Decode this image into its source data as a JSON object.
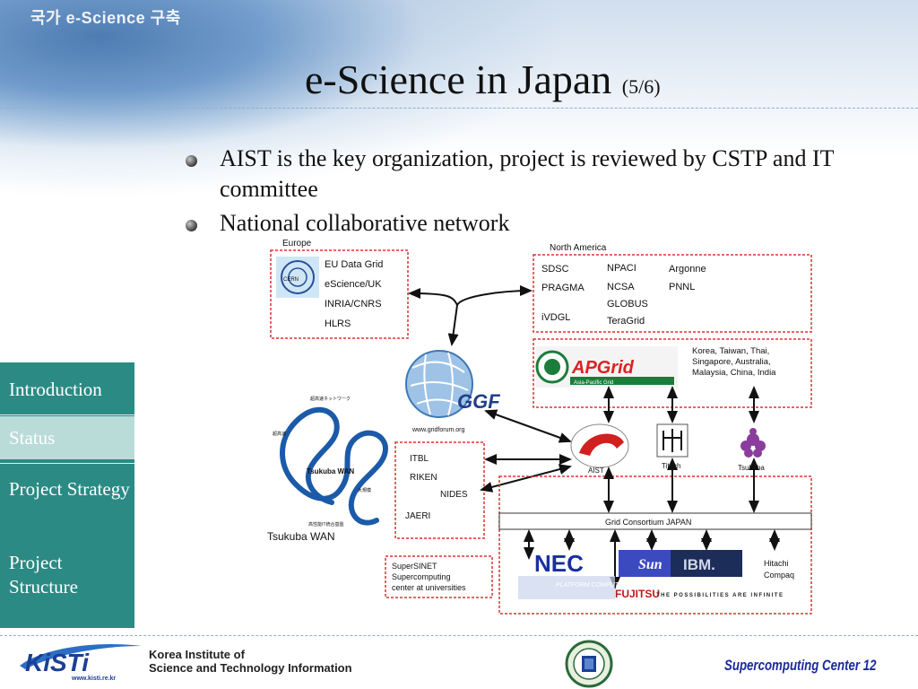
{
  "header": {
    "brand": "국가 e-Science 구축",
    "title": "e-Science in Japan",
    "title_suffix": "(5/6)"
  },
  "bullets": [
    "AIST is the key organization, project is reviewed by CSTP and IT committee",
    "National collaborative network"
  ],
  "sidebar": {
    "items": [
      {
        "label": "Introduction",
        "active": false
      },
      {
        "label": "Status",
        "active": true
      },
      {
        "label": "Project Strategy",
        "active": false
      },
      {
        "label": "Project Structure",
        "active": false
      }
    ]
  },
  "diagram": {
    "europe": {
      "title": "Europe",
      "items": [
        "EU Data Grid",
        "eScience/UK",
        "INRIA/CNRS",
        "HLRS"
      ],
      "logo": "CERN"
    },
    "north_america": {
      "title": "North America",
      "col1": [
        "SDSC",
        "PRAGMA",
        "iVDGL"
      ],
      "col2": [
        "NPACI",
        "NCSA",
        "GLOBUS",
        "TeraGrid"
      ],
      "col3": [
        "Argonne",
        "PNNL"
      ]
    },
    "apgrid": {
      "logo": "APGrid",
      "sub": "Asia-Pacific Grid",
      "countries": "Korea, Taiwan, Thai, Singapore, Australia, Malaysia, China, India"
    },
    "ggf": {
      "logo": "GGF",
      "url": "www.gridforum.org"
    },
    "tsukuba_wan": {
      "label": "Tsukuba WAN",
      "inner": "Tsukuba WAN"
    },
    "japan_labs": [
      "ITBL",
      "RIKEN",
      "NIDES",
      "JAERI"
    ],
    "nodes": {
      "aist": "AIST",
      "titech": "Titech",
      "tsukuba": "Tsukuba"
    },
    "supersinet": [
      "SuperSINET",
      "Supercomputing",
      "center at universities"
    ],
    "consortium": "Grid Consortium JAPAN",
    "vendors": {
      "nec": "NEC",
      "sun": "Sun",
      "ibm": "IBM.",
      "fujitsu": "FUJITSU",
      "fujitsu_tag": "THE POSSIBILITIES ARE INFINITE",
      "platform": "PLATFORM COMPUTING DISTRIBUTED RESOU",
      "hitachi": "Hitachi",
      "compaq": "Compaq"
    }
  },
  "footer": {
    "org_line1": "Korea Institute of",
    "org_line2": "Science and Technology Information",
    "kisti_logo": "KiSTi",
    "kisti_url": "www.kisti.re.kr",
    "right": "Supercomputing Center",
    "page": "12"
  },
  "colors": {
    "sidebar": "#2b8a84",
    "sidebar_active": "#b9dcd9",
    "footer_text": "#1b2a9a",
    "dashed_box": "#e03030"
  }
}
